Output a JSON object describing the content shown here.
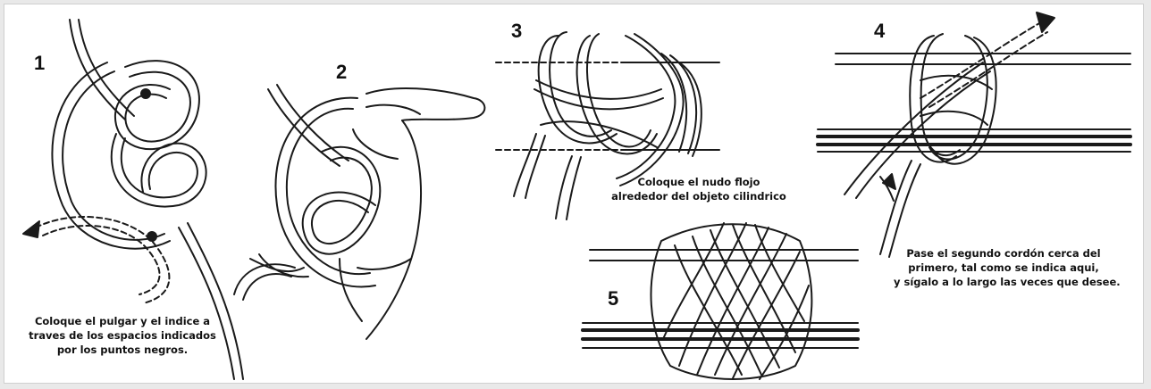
{
  "steps": [
    {
      "number": "1"
    },
    {
      "number": "2"
    },
    {
      "number": "3"
    },
    {
      "number": "4"
    },
    {
      "number": "5"
    }
  ],
  "captions": {
    "step1": [
      "Coloque el pulgar y el indice a",
      "traves de los espacios indicados",
      "por los puntos negros."
    ],
    "step3": [
      "Coloque el nudo flojo",
      "alrededor del objeto cilindrico"
    ],
    "step4": [
      "Pase el segundo cordón cerca del",
      "primero, tal como se indica aqui,",
      "y sígalo a lo largo las veces que desee."
    ]
  },
  "colors": {
    "ink": "#1a1a1a",
    "background": "#ffffff",
    "frame": "#e9e9e9"
  }
}
